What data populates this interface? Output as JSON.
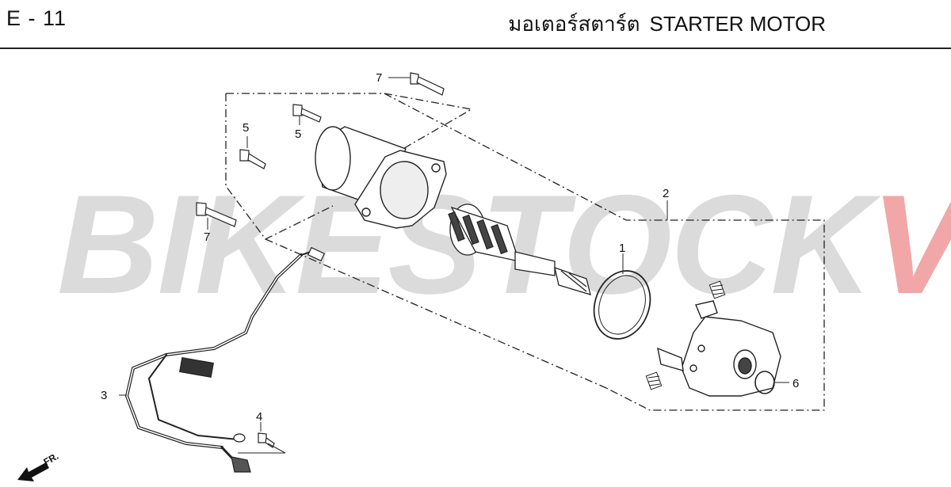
{
  "header": {
    "code": "E - 11",
    "title_th": "มอเตอร์สตาร์ต",
    "title_en": "STARTER MOTOR"
  },
  "watermark": {
    "part1": "BIKESTOCK",
    "part2": "VN"
  },
  "callouts": {
    "c1": "1",
    "c2": "2",
    "c3": "3",
    "c4": "4",
    "c5a": "5",
    "c5b": "5",
    "c6": "6",
    "c7a": "7",
    "c7b": "7"
  },
  "direction": {
    "label": "FR."
  },
  "colors": {
    "line": "#222222",
    "watermark_gray": "#afafaf",
    "watermark_red": "#e13c3c"
  }
}
